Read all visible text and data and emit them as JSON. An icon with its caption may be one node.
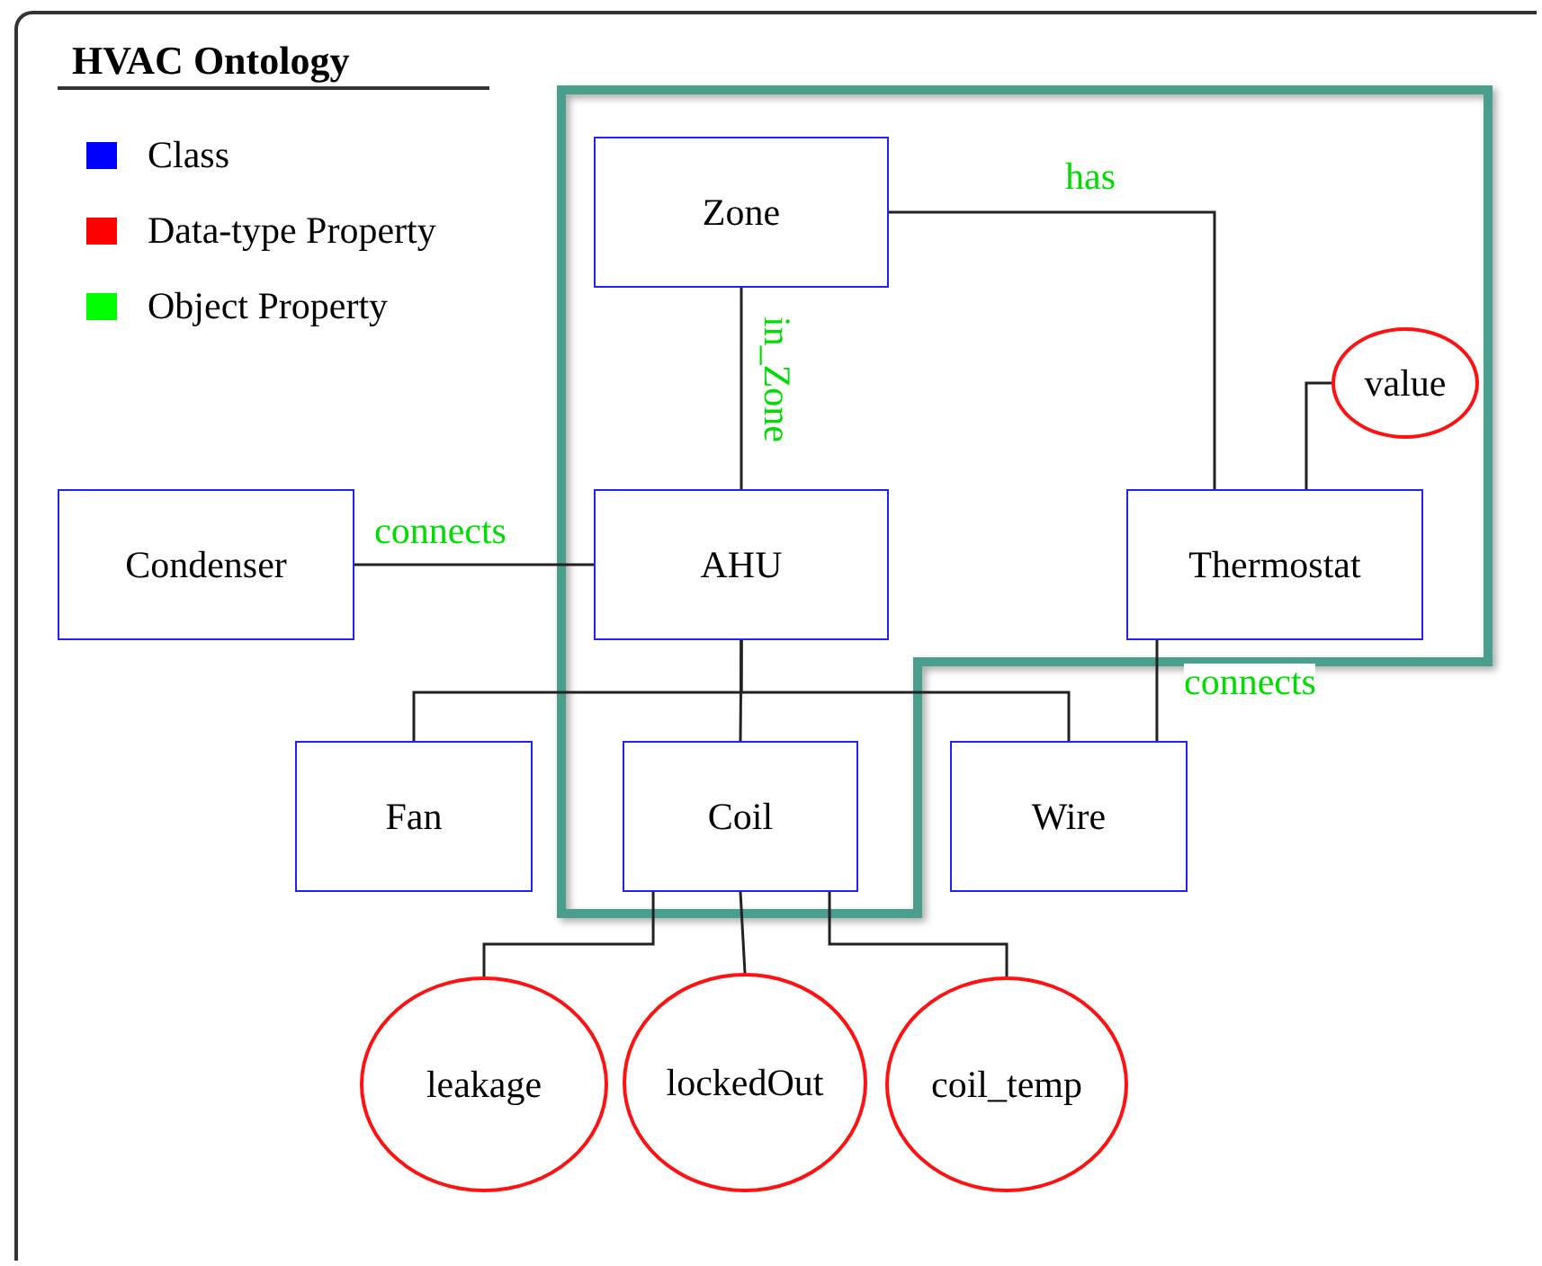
{
  "diagram": {
    "title": "HVAC Ontology",
    "nodes": [
      {
        "text": [
          "Zone"
        ]
      },
      {
        "text": [
          "Condenser"
        ]
      },
      {
        "text": [
          "AHU"
        ]
      },
      {
        "text": [
          "Thermostat"
        ]
      },
      {
        "text": [
          "value"
        ]
      },
      {
        "text": [
          "Fan"
        ]
      },
      {
        "text": [
          "Coil"
        ]
      },
      {
        "text": [
          "Wire"
        ]
      },
      {
        "text": [
          "leakage"
        ]
      },
      {
        "text": [
          "lockedOut"
        ]
      },
      {
        "text": [
          "coil_temp"
        ]
      }
    ],
    "edges": [
      {
        "from": 0,
        "to": 3,
        "arrow": "none",
        "label": "has"
      },
      {
        "from": 0,
        "to": 2,
        "arrow": "none",
        "label": "in_Zone"
      },
      {
        "from": 1,
        "to": 2,
        "arrow": "none",
        "label": "connects"
      },
      {
        "from": 2,
        "to": 5,
        "arrow": "none"
      },
      {
        "from": 2,
        "to": 6,
        "arrow": "none"
      },
      {
        "from": 2,
        "to": 7,
        "arrow": "none"
      },
      {
        "from": 3,
        "to": 7,
        "arrow": "none",
        "label": "connects"
      },
      {
        "from": 3,
        "to": 4,
        "arrow": "none"
      },
      {
        "from": 6,
        "to": 8,
        "arrow": "none"
      },
      {
        "from": 6,
        "to": 9,
        "arrow": "none"
      },
      {
        "from": 6,
        "to": 10,
        "arrow": "none"
      }
    ],
    "legend": [
      {
        "text": "Class",
        "color": "#0000ff"
      },
      {
        "text": "Data-type Property",
        "color": "#ff0000"
      },
      {
        "text": "Object Property",
        "color": "#00ff00"
      }
    ]
  }
}
